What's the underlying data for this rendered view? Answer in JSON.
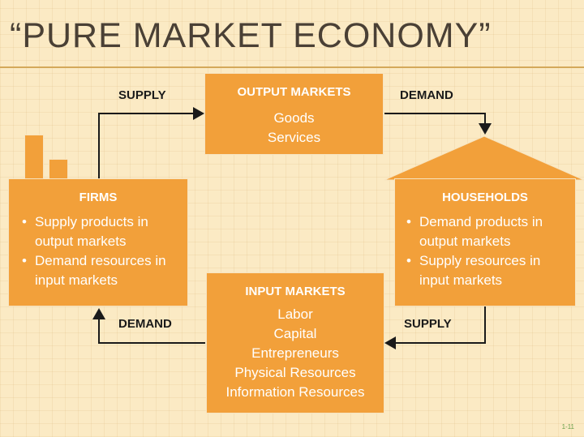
{
  "title": "“PURE MARKET ECONOMY”",
  "output_markets": {
    "title": "OUTPUT MARKETS",
    "lines": [
      "Goods",
      "Services"
    ]
  },
  "input_markets": {
    "title": "INPUT MARKETS",
    "lines": [
      "Labor",
      "Capital",
      "Entrepreneurs",
      "Physical Resources",
      "Information Resources"
    ]
  },
  "firms": {
    "title": "FIRMS",
    "bullets": [
      "Supply products in output markets",
      "Demand resources in input markets"
    ]
  },
  "households": {
    "title": "HOUSEHOLDS",
    "bullets": [
      "Demand products in output markets",
      "Supply resources in input markets"
    ]
  },
  "flows": {
    "top_left": "SUPPLY",
    "top_right": "DEMAND",
    "bottom_left": "DEMAND",
    "bottom_right": "SUPPLY"
  },
  "page_number": "1-11",
  "colors": {
    "box_fill": "#f2a03a",
    "background": "#fbeac4",
    "arrow": "#1a1a1a",
    "title": "#4a4035"
  }
}
